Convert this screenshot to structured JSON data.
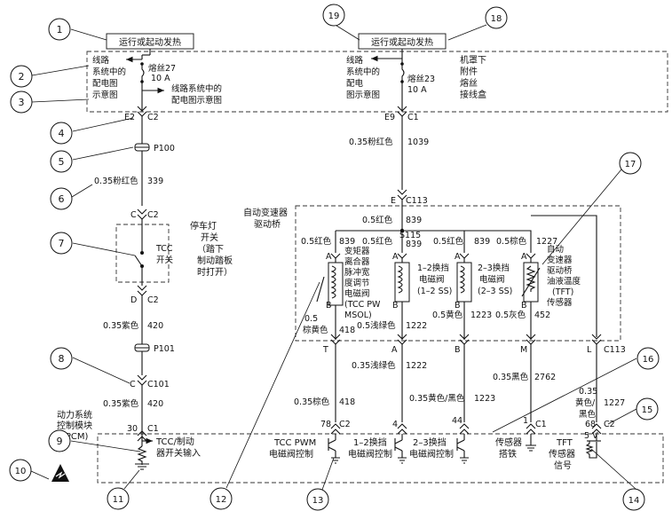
{
  "top_left_label": "运行或起动发热",
  "top_right_label": "运行或起动发热",
  "left_dist_text": [
    "线路",
    "系统中的",
    "配电图",
    "示意图"
  ],
  "left_fuse": {
    "name": "熔丝27",
    "rating": "10 A"
  },
  "left_arrow_note": [
    "线路系统中的",
    "配电图示意图"
  ],
  "mid_dist_text": [
    "线路",
    "系统中的",
    "配电",
    "图示意图"
  ],
  "right_fuse": {
    "name": "熔丝23",
    "rating": "10 A"
  },
  "fuse_box_label": [
    "机罩下",
    "附件",
    "熔丝",
    "接线盒"
  ],
  "conn_e2": "E2",
  "conn_c2_a": "C2",
  "conn_e9": "E9",
  "conn_c1_a": "C1",
  "wire_left_1": "0.35粉红色",
  "wire_left_1_num": "339",
  "splice_p100": "P100",
  "wire_mid_1": "0.35粉红色",
  "wire_mid_1_num": "1039",
  "conn_c_c2_top": "C",
  "conn_c2_b": "C2",
  "conn_e_c113": "E",
  "conn_c113": "C113",
  "brake_label": [
    "停车灯",
    "开关",
    "（踏下",
    "制动踏板",
    "时打开）"
  ],
  "tcc_switch": [
    "TCC",
    "开关"
  ],
  "conn_d": "D",
  "conn_c2_c": "C2",
  "trans_label": [
    "自动变速器",
    "驱动桥"
  ],
  "wire_red_top": "0.5红色",
  "wire_red_top_num": "839",
  "splice_s115": "S115",
  "col1": {
    "wire": "0.5红色",
    "num": "839"
  },
  "col2": {
    "wire": "0.5红色",
    "num": "839"
  },
  "col3": {
    "wire": "0.5红色",
    "num": "839"
  },
  "col4": {
    "wire": "0.5棕色",
    "num": "1227"
  },
  "pin_a": "A",
  "pin_b": "B",
  "sol1_text": [
    "变矩器",
    "离合器",
    "脉冲宽",
    "度调节",
    "电磁阀",
    "(TCC PW",
    "MSOL)"
  ],
  "sol2_text": [
    "1–2换挡",
    "电磁阀",
    "(1–2 SS)"
  ],
  "sol3_text": [
    "2–3换挡",
    "电磁阀",
    "(2–3 SS)"
  ],
  "tft_text": [
    "自动",
    "变速器",
    "驱动桥",
    "油液温度",
    "(TFT)",
    "传感器"
  ],
  "col1_bottom": {
    "wire": "0.5",
    "wire2": "棕黄色",
    "num": "418"
  },
  "col2_bottom": {
    "wire": "0.5浅绿色",
    "num": "1222"
  },
  "col3_bottom": {
    "wire": "0.5黄色",
    "num": "1223"
  },
  "col4_bottom": {
    "wire": "0.5灰色",
    "num": "452"
  },
  "conn_t": "T",
  "conn_a": "A",
  "conn_b_low": "B",
  "conn_m": "M",
  "conn_l": "L",
  "conn_c113_b": "C113",
  "wire_left_2": "0.35紫色",
  "wire_left_2_num": "420",
  "splice_p101": "P101",
  "conn_c_c101": "C",
  "conn_c101": "C101",
  "wire_left_3": "0.35紫色",
  "wire_left_3_num": "420",
  "w_a_mid": "0.35浅绿色",
  "w_a_mid_num": "1222",
  "w_m_mid": "0.35黑色",
  "w_m_mid_num": "2762",
  "w_t_low": "0.35棕色",
  "w_t_low_num": "418",
  "w_b_low": "0.35黄色/黑色",
  "w_b_low_num": "1223",
  "w_l_low": [
    "0.35",
    "黄色/",
    "黑色"
  ],
  "w_l_low_num": "1227",
  "pcm_label": [
    "动力系统",
    "控制模块",
    "(PCM)"
  ],
  "pin30": "30",
  "pin_c1_pcm": "C1",
  "pin78": "78",
  "pin_c2_pcm": "C2",
  "pin4": "4",
  "pin44": "44",
  "pin1": "1",
  "pin_c1_b": "C1",
  "pin68": "68",
  "pin_c2_d": "C2",
  "tcc_brake_input": [
    "TCC/制动",
    "器开关输入"
  ],
  "tcc_pwm_ctrl": [
    "TCC PWM",
    "电磁阀控制"
  ],
  "ss12_ctrl": [
    "1–2换挡",
    "电磁阀控制"
  ],
  "ss23_ctrl": [
    "2–3换挡",
    "电磁阀控制"
  ],
  "sensor_ground": [
    "传感器",
    "搭铁"
  ],
  "tft_signal": [
    "TFT",
    "传感器",
    "信号"
  ],
  "five_v": "5 V",
  "callouts": [
    "1",
    "2",
    "3",
    "4",
    "5",
    "6",
    "7",
    "8",
    "9",
    "10",
    "11",
    "12",
    "13",
    "14",
    "15",
    "16",
    "17",
    "18",
    "19"
  ]
}
